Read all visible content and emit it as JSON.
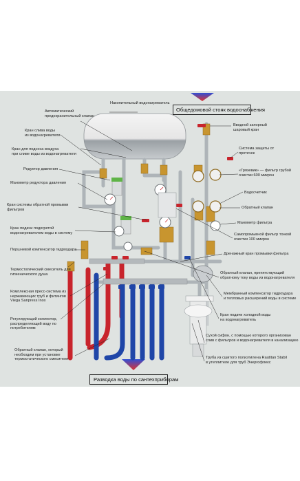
{
  "headers": {
    "top": "Общедомовой стояк водоснабжения",
    "bottom": "Разводка воды по сантехприборам"
  },
  "labels": {
    "heater": "Накопительный водонагреватель",
    "safety_valve": "Автоматический\nпредохранительный клапан",
    "drain_heater": "Кран слива воды\nиз водонагревателя",
    "air_supply": "Кран для подсоса воздуха\nпри сливе воды из водонагревателя",
    "pressure_reducer": "Редуктор давления",
    "reducer_gauge": "Манометр редуктора давления",
    "backflush_tap": "Кран системы обратной промывки\nфильтров",
    "hot_supply_tap": "Кран подачи подогретой\nводонагревателем воды в систему",
    "piston_comp": "Поршневой компенсатор гидроудара",
    "thermo_mixer": "Термостатический смеситель для\nгигиенического душа",
    "press_system": "Комплексная пресс-система из\nнержавеющих труб и фитингов\nViega Sanpress Inox",
    "manifold": "Регулирующий коллектор,\nраспределяющий воду по\nпотребителям",
    "check_valve_mixer": "Обратный клапан, который\nнеобходим при установке\nтермостатического смесителя",
    "inlet_ball": "Вводной запорный\nшаровый кран",
    "leak_protect": "Система защиты от\nпротечек",
    "coarse_filter": "«Грязевик» — фильтр грубой\nочистки 600 микрон",
    "water_meter": "Водосчетчик",
    "check_valve": "Обратный клапан",
    "filter_gauge": "Манометр фильтра",
    "fine_filter": "Самопромывной фильтр тонкой\nочистки 100 микрон",
    "drain_filter": "Дренажный кран промывки фильтра",
    "backflow_heater": "Обратный клапан, препятствующий\nобратному току воды из водонагревателя",
    "membrane_comp": "Мембранный компенсатор гидроудара\nи тепловых расширений воды в системе",
    "cold_supply_tap": "Кран подачи холодной воды\nна водонагреватель",
    "dry_siphon": "Сухой сифон, с помощью которого организован\nслив с фильтров и водонагревателя в канализацию",
    "rautitan_pipe": "Труба из сшитого полиэтилена Rautitan Stabil\nв утеплителе для труб Энергофлекс"
  },
  "icons": [
    "arrow-down-icon",
    "arrow-down-icon"
  ],
  "colors": {
    "hot": "#c8242c",
    "cold": "#1f46a8",
    "steel": "#b9bec2",
    "brass": "#c8952f",
    "panel": "#dfe3e1"
  }
}
